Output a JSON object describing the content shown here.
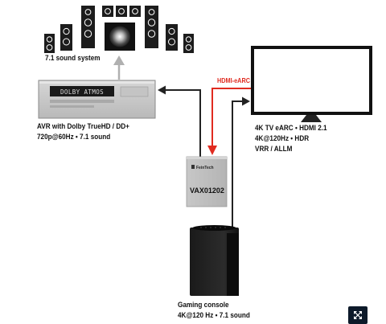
{
  "sound_system": {
    "label": "7.1 sound system"
  },
  "avr": {
    "display_text": "DOLBY ATMOS",
    "label_line1": "AVR with Dolby TrueHD / DD+",
    "label_line2": "720p@60Hz • 7.1 sound"
  },
  "tv": {
    "label_line1": "4K TV eARC • HDMI 2.1",
    "label_line2": "4K@120Hz • HDR",
    "label_line3": "VRR / ALLM"
  },
  "connection": {
    "hdmi_earc_label": "HDMI-eARC"
  },
  "extractor": {
    "brand": "FeinTech",
    "model": "VAX01202"
  },
  "console": {
    "label_line1": "Gaming console",
    "label_line2": "4K@120 Hz • 7.1 sound"
  },
  "controls": {
    "expand_icon": "expand-arrows-icon"
  },
  "colors": {
    "earc_red": "#e02b20",
    "line_dark": "#222222",
    "line_gray": "#b0b0b0"
  }
}
